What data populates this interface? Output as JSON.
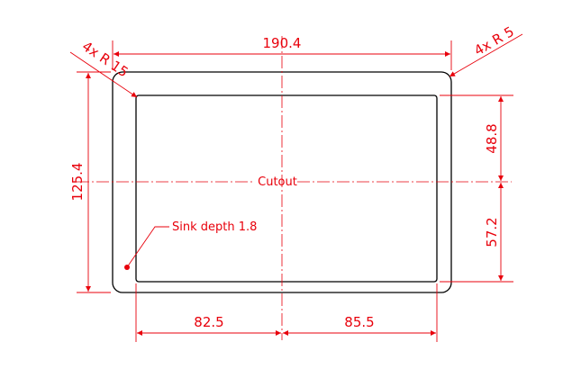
{
  "drawing": {
    "dimensions": {
      "overall_width": "190.4",
      "overall_height": "125.4",
      "upper_right_height": "48.8",
      "lower_right_height": "57.2",
      "bottom_left_width": "82.5",
      "bottom_right_width": "85.5"
    },
    "notes": {
      "outer_radius": "4x R 5",
      "inner_radius": "4x R 15",
      "cutout_label": "Cutout",
      "sink_depth": "Sink depth 1.8"
    },
    "colors": {
      "outline": "#000000",
      "dimension": "#e8000b"
    }
  }
}
